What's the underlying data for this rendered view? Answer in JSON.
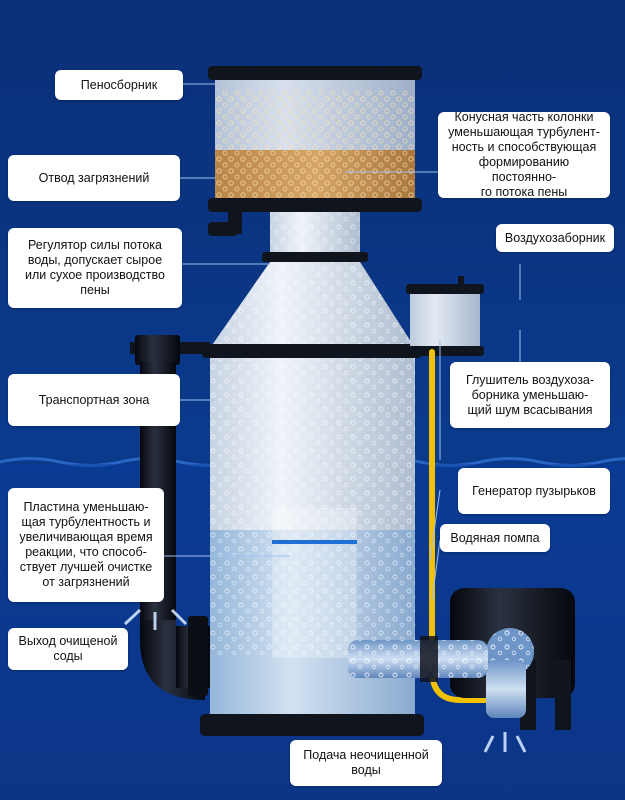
{
  "colors": {
    "background": "#0a3a8c",
    "water": "#1b5fc8",
    "foam": "#c9954d",
    "air_line": "#f2c200",
    "pump": "#141a26"
  },
  "labels": {
    "foam_collector": "Пеносборник",
    "dirt_outlet": "Отвод загрязнений",
    "water_flow_regulator": "Регулятор силы потока\nводы,  допускает сырое\nили сухое производство\nпены",
    "transport_zone": "Транспортная зона",
    "turbulence_plate": "Пластина  уменьшаю-\nщая турбулентность и\nувеличивающая время\nреакции, что способ-\nствует лучшей очистке\nот загрязнений",
    "clean_water_outlet": "Выход очищеной\nсоды",
    "cone_section": "Конусная часть колонки\nуменьшающая турбулент-\nность и способствующая\nформированию постоянно-\nго потока пены",
    "air_intake": "Воздухозаборник",
    "air_silencer": "Глушитель воздухоза-\nборника уменьшаю-\nщий шум всасывания",
    "bubble_generator": "Генератор пузырьков",
    "water_pump": "Водяная помпа",
    "raw_water_inlet": "Подача неочищенной\nводы"
  }
}
